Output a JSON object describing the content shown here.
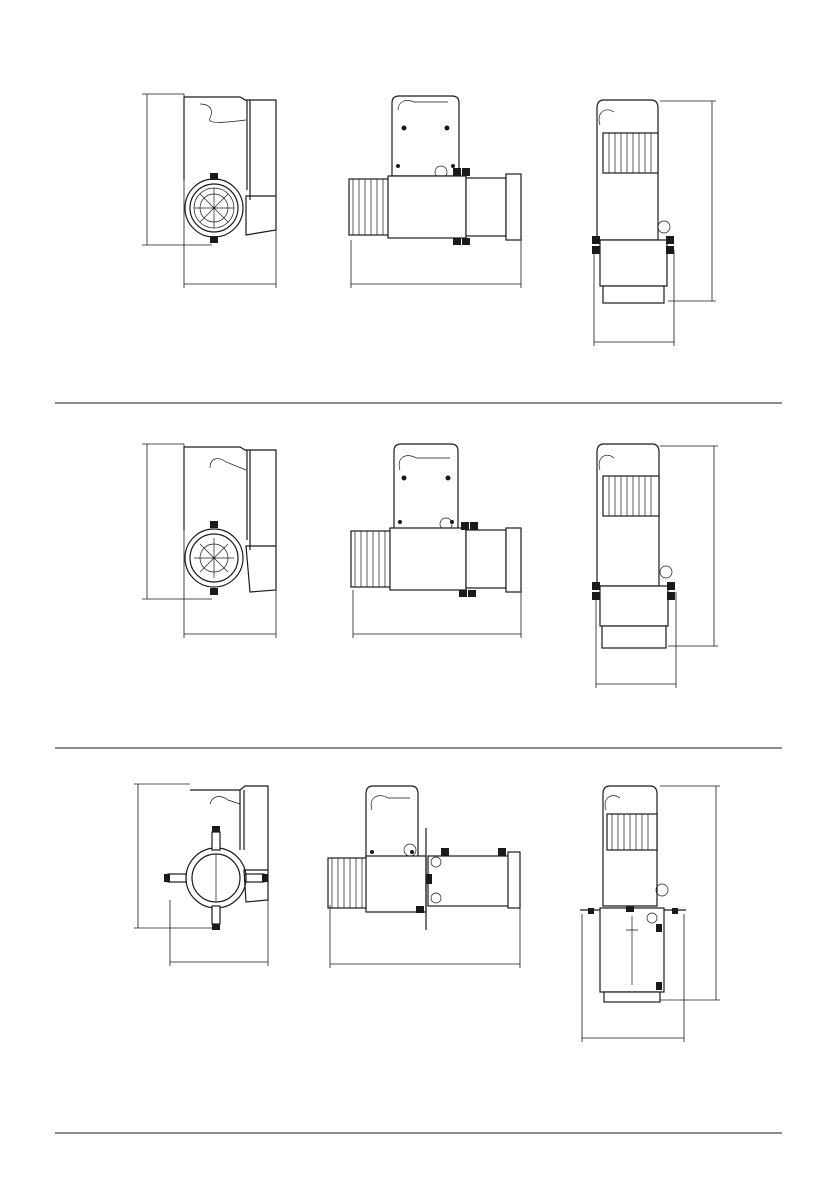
{
  "page": {
    "background": "#ffffff",
    "line_color": "#1a1a1a"
  },
  "rows": [
    {
      "variant": "row-1",
      "views": [
        "front-view",
        "side-view",
        "top-view"
      ]
    },
    {
      "variant": "row-2",
      "views": [
        "front-view",
        "side-view",
        "top-view"
      ]
    },
    {
      "variant": "row-3",
      "views": [
        "front-view",
        "side-view",
        "top-view"
      ]
    }
  ]
}
